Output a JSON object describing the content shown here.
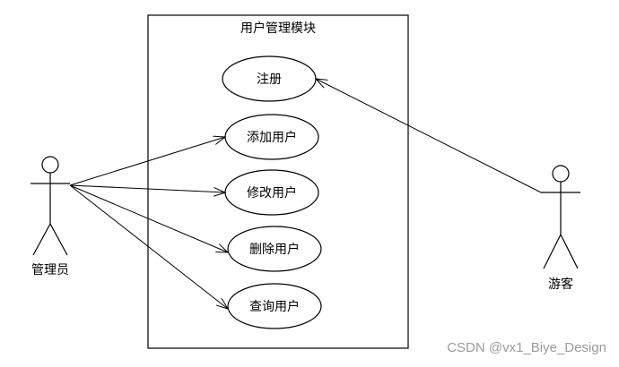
{
  "system": {
    "title": "用户管理模块"
  },
  "actors": {
    "admin": {
      "label": "管理员"
    },
    "guest": {
      "label": "游客"
    }
  },
  "use_cases": {
    "register": "注册",
    "add_user": "添加用户",
    "modify_user": "修改用户",
    "delete_user": "删除用户",
    "query_user": "查询用户"
  },
  "watermark": "CSDN @vx1_Biye_Design"
}
